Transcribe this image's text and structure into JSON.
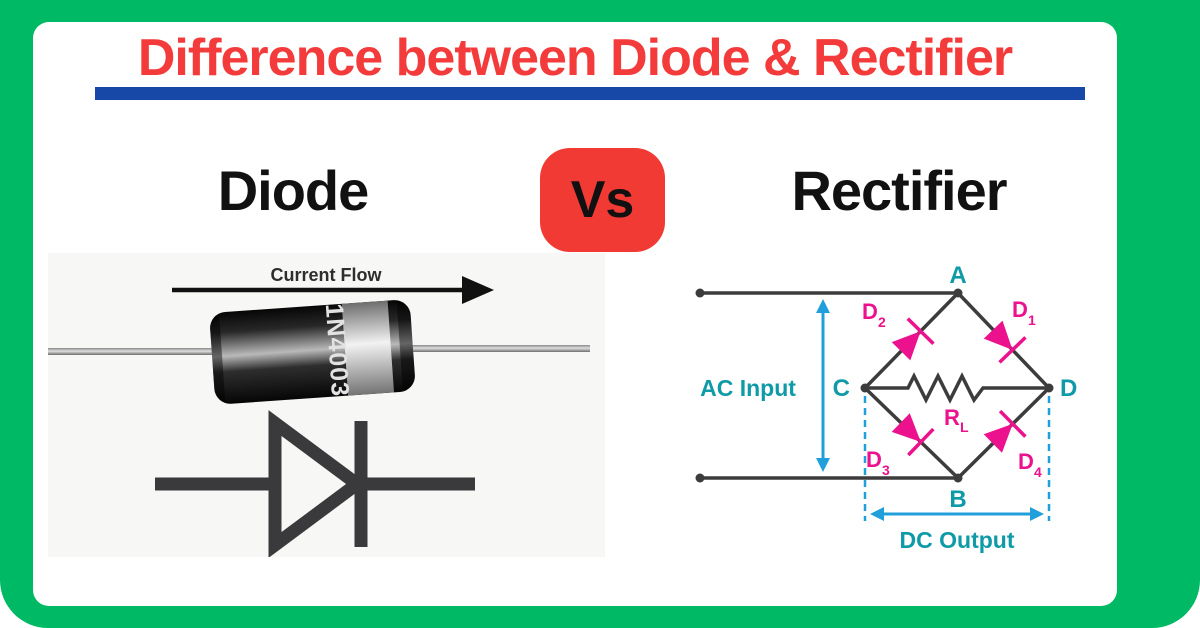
{
  "colors": {
    "frame_green": "#00b964",
    "title_red": "#f43b3b",
    "underline_blue": "#1748a8",
    "vs_badge_red": "#f23a34",
    "label_teal": "#0e9aa7",
    "diode_magenta": "#ec118c",
    "arrow_blue": "#209fda",
    "wire_dark": "#3c3c3c"
  },
  "header": {
    "title": "Difference between Diode & Rectifier"
  },
  "compare": {
    "left_heading": "Diode",
    "vs": "Vs",
    "right_heading": "Rectifier"
  },
  "diode_panel": {
    "current_flow": "Current Flow",
    "part_number": "1N4003"
  },
  "rectifier": {
    "ac_label": "AC Input",
    "dc_label": "DC Output",
    "nodes": {
      "a": "A",
      "b": "B",
      "c": "C",
      "d": "D"
    },
    "labels": {
      "d1": {
        "base": "D",
        "sub": "1"
      },
      "d2": {
        "base": "D",
        "sub": "2"
      },
      "d3": {
        "base": "D",
        "sub": "3"
      },
      "d4": {
        "base": "D",
        "sub": "4"
      },
      "rl": {
        "base": "R",
        "sub": "L"
      }
    }
  }
}
